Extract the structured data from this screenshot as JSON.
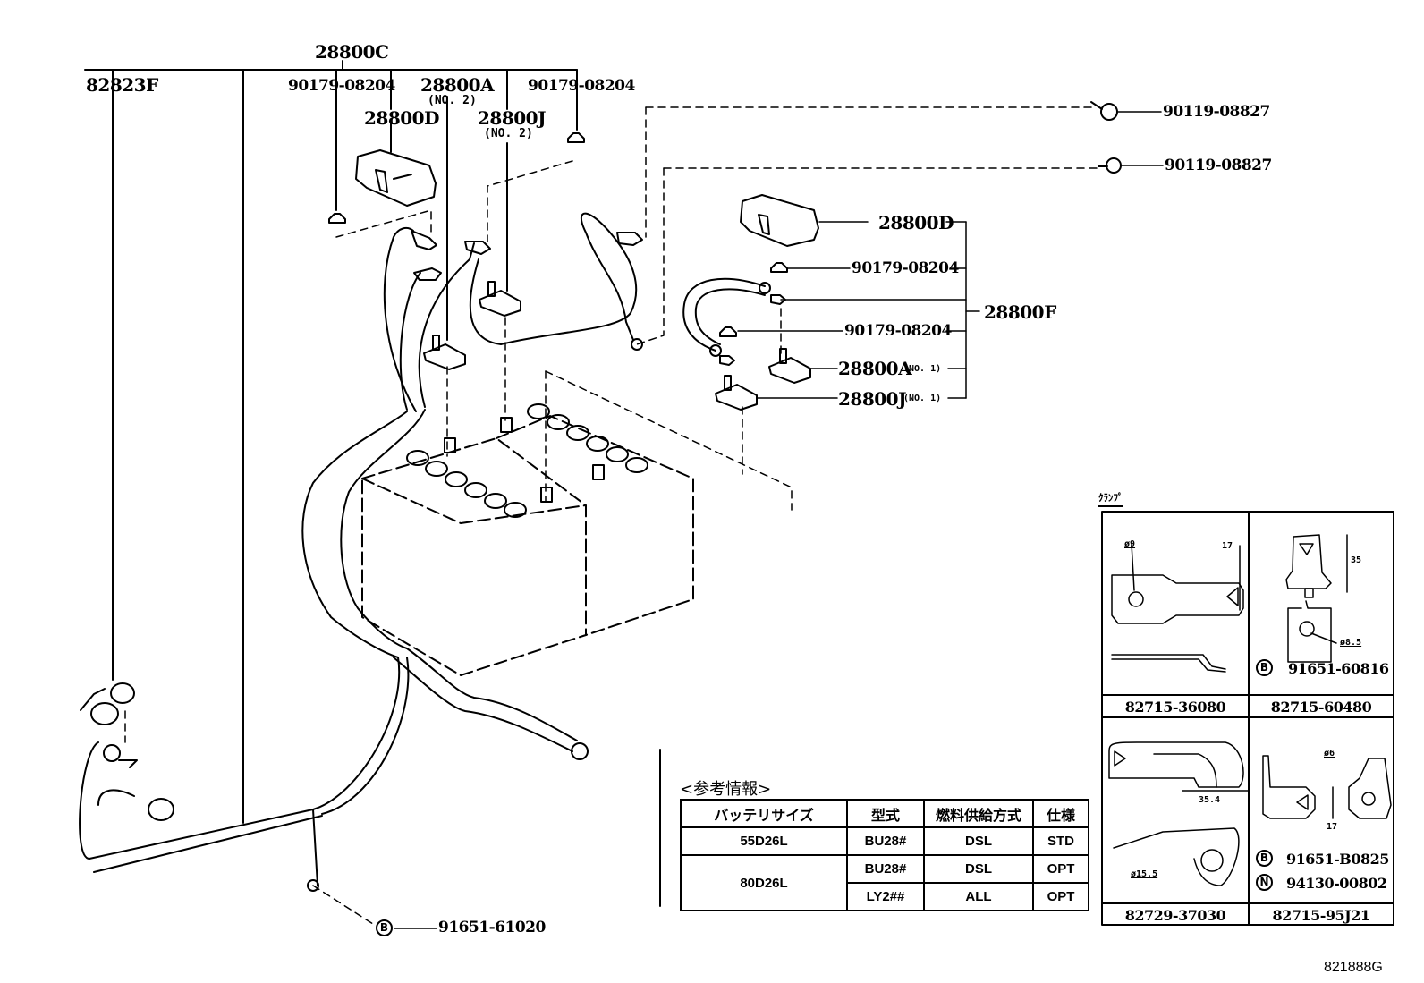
{
  "diagram": {
    "drawing_number": "821888G",
    "callouts": {
      "group_top": "28800C",
      "harness": "82823F",
      "nut_left": "90179-08204",
      "terminal_a_no2": "28800A",
      "terminal_a_no2_sub": "(NO. 2)",
      "nut_right": "90179-08204",
      "cover_left": "28800D",
      "terminal_j_no2": "28800J",
      "terminal_j_no2_sub": "(NO. 2)",
      "bolt_1": "90119-08827",
      "bolt_2": "90119-08827",
      "cover_right": "28800D",
      "nut_right_group_1": "90179-08204",
      "group_right": "28800F",
      "nut_right_group_2": "90179-08204",
      "terminal_a_no1": "28800A",
      "terminal_a_no1_sub": "(NO. 1)",
      "terminal_j_no1": "28800J",
      "terminal_j_no1_sub": "(NO. 1)",
      "ground_bolt_symbol": "B",
      "ground_bolt": "91651-61020"
    },
    "reference_info": {
      "title": "<参考情報>",
      "headers": [
        "バッテリサイズ",
        "型式",
        "燃料供給方式",
        "仕様"
      ],
      "rows": [
        {
          "size": "55D26L",
          "model": "BU28#",
          "fuel": "DSL",
          "spec": "STD"
        },
        {
          "size": "80D26L",
          "model": "BU28#",
          "fuel": "DSL",
          "spec": "OPT"
        },
        {
          "size": "",
          "model": "LY2##",
          "fuel": "ALL",
          "spec": "OPT"
        }
      ]
    },
    "clamps": {
      "title": "ｸﾗﾝﾌﾟ",
      "items": [
        {
          "part": "82715-36080",
          "dims": {
            "hole": "ø9",
            "height": "17"
          }
        },
        {
          "part": "82715-60480",
          "dims": {
            "height": "35",
            "hole": "ø8.5"
          },
          "fastener_symbol": "B",
          "fastener": "91651-60816"
        },
        {
          "part": "82729-37030",
          "dims": {
            "length": "35.4",
            "hole": "ø15.5"
          }
        },
        {
          "part": "82715-95J21",
          "dims": {
            "hole": "ø6",
            "height": "17"
          },
          "fastener_symbol": "B",
          "fastener": "91651-B0825",
          "fastener2_symbol": "N",
          "fastener2": "94130-00802"
        }
      ]
    }
  }
}
